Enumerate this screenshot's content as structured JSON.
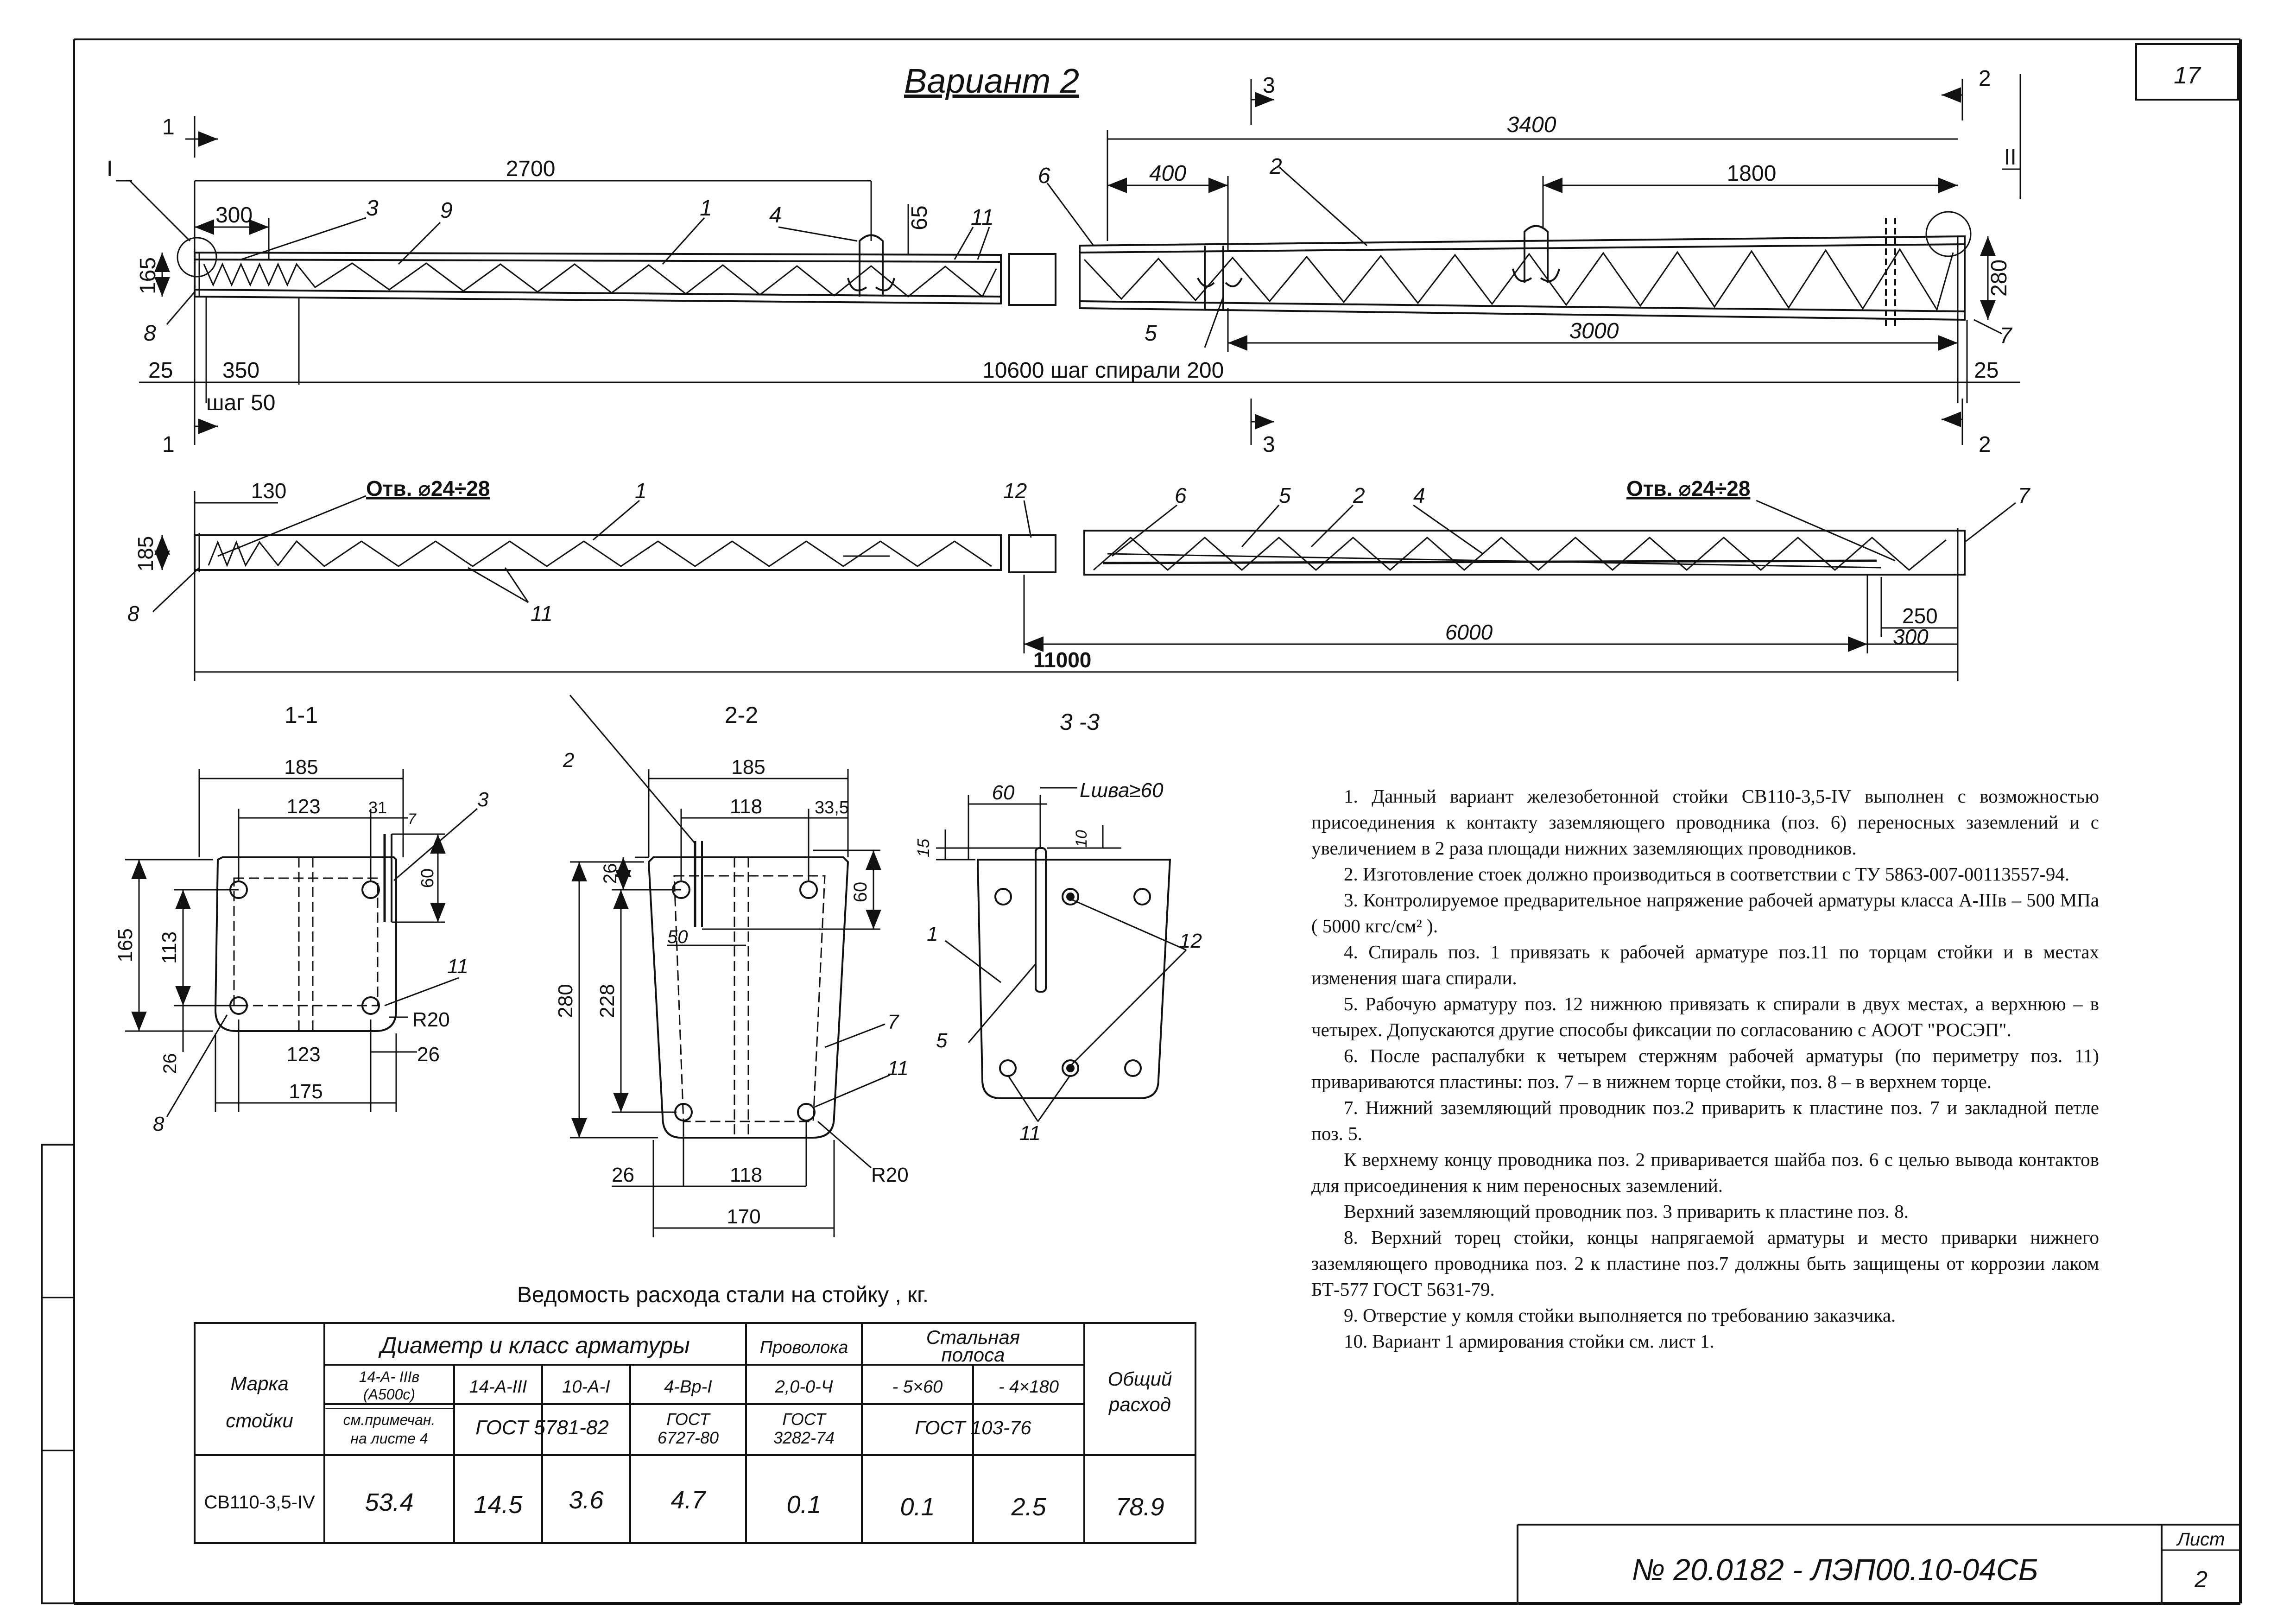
{
  "title": "Вариант 2",
  "sheet_number": "17",
  "drawing_code": "№ 20.0182 - ЛЭП00.10-04СБ",
  "sheet_label": "Лист",
  "sheet_page": "2",
  "top_view": {
    "section_marks": {
      "s1": "1",
      "s2": "2",
      "s3": "3"
    },
    "nodes": {
      "n1": "I",
      "n2": "II"
    },
    "dims": {
      "d2700": "2700",
      "d300": "300",
      "d65": "65",
      "d165": "165",
      "d25a": "25",
      "d350": "350",
      "step50": "шаг 50",
      "total": "10600 шаг спирали 200",
      "d25b": "25",
      "d3400": "3400",
      "d400": "400",
      "d1800": "1800",
      "d3000": "3000",
      "d280": "280"
    },
    "pos": {
      "p3": "3",
      "p9": "9",
      "p1": "1",
      "p4": "4",
      "p11": "11",
      "p8": "8",
      "p6": "6",
      "p2": "2",
      "p5": "5",
      "p7": "7"
    }
  },
  "bottom_view": {
    "dims": {
      "d130": "130",
      "d185": "185",
      "d11000": "11000",
      "d6000": "6000",
      "d250": "250",
      "d300": "300"
    },
    "hole_left": "Отв. ⌀24÷28",
    "hole_right": "Отв. ⌀24÷28",
    "pos": {
      "p1": "1",
      "p8": "8",
      "p11": "11",
      "p12": "12",
      "p6": "6",
      "p5": "5",
      "p2": "2",
      "p4": "4",
      "p7": "7"
    }
  },
  "section_1_1": {
    "label": "1-1",
    "dims": {
      "d185": "185",
      "d123a": "123",
      "d31": "31",
      "d7": "7",
      "d165": "165",
      "d113": "113",
      "d26a": "26",
      "d123b": "123",
      "d26b": "26",
      "d175": "175",
      "d60": "60",
      "r20": "R20"
    },
    "pos": {
      "p3": "3",
      "p11": "11",
      "p8": "8"
    }
  },
  "section_2_2": {
    "label": "2-2",
    "dims": {
      "d185": "185",
      "d118a": "118",
      "d33": "33,5",
      "d26a": "26",
      "d60": "60",
      "d50": "50",
      "d280": "280",
      "d228": "228",
      "d26b": "26",
      "d118b": "118",
      "d170": "170",
      "r20": "R20"
    },
    "pos": {
      "p2": "2",
      "p7": "7",
      "p11": "11"
    }
  },
  "section_3_3": {
    "label": "3 -3",
    "dims": {
      "d60": "60",
      "weld": "Lшва≥60",
      "d15": "15",
      "d10": "10"
    },
    "pos": {
      "p1": "1",
      "p5": "5",
      "p12": "12",
      "p11": "11"
    }
  },
  "steel_table": {
    "caption": "Ведомость расхода стали на стойку , кг.",
    "h_mark_1": "Марка",
    "h_mark_2": "стойки",
    "h_group": "Диаметр и класс арматуры",
    "h_wire": "Проволока",
    "h_strip_1": "Стальная",
    "h_strip_2": "полоса",
    "h_total_1": "Общий",
    "h_total_2": "расход",
    "c1_a": "14-А- IIIв",
    "c1_b": "(А500с)",
    "c1_c": "см.примечан.",
    "c1_d": "на листе 4",
    "c2": "14-А-III",
    "c3": "10-А-I",
    "c23_std": "ГОСТ 5781-82",
    "c4": "4-Вр-I",
    "c4_std_1": "ГОСТ",
    "c4_std_2": "6727-80",
    "c5": "2,0-0-Ч",
    "c5_std_1": "ГОСТ",
    "c5_std_2": "3282-74",
    "c6": "- 5×60",
    "c7": "- 4×180",
    "c67_std": "ГОСТ 103-76",
    "row_mark": "СВ110-3,5-IV",
    "row_values": [
      "53.4",
      "14.5",
      "3.6",
      "4.7",
      "0.1",
      "0.1",
      "2.5",
      "78.9"
    ]
  },
  "notes": [
    "1. Данный вариант железобетонной стойки СВ110-3,5-IV выполнен с возможностью присоединения к контакту заземляющего проводника (поз. 6) переносных заземлений и с увеличением в 2 раза площади нижних заземляющих проводников.",
    "2. Изготовление стоек должно производиться в соответствии с ТУ 5863-007-00113557-94.",
    "3. Контролируемое предварительное напряжение рабочей арматуры класса А-IIIв – 500 МПа    ( 5000 кгс/см² ).",
    "4. Спираль поз. 1 привязать к рабочей арматуре поз.11 по торцам стойки и в местах изменения шага спирали.",
    "5. Рабочую арматуру поз. 12 нижнюю привязать к спирали в двух местах, а верхнюю – в четырех. Допускаются другие способы фиксации по согласованию с АООТ \"РОСЭП\".",
    "6.    После распалубки к четырем стержням рабочей арматуры (по периметру поз. 11) привариваются пластины: поз. 7 – в нижнем торце стойки, поз. 8 – в верхнем торце.",
    "7. Нижний заземляющий проводник поз.2 приварить к пластине поз. 7 и закладной петле поз. 5.",
    "К верхнему концу проводника поз. 2 приваривается шайба поз. 6 с целью вывода контактов для присоединения к ним переносных заземлений.",
    "Верхний заземляющий проводник поз. 3 приварить к пластине поз. 8.",
    "8. Верхний торец стойки, концы напрягаемой арматуры и место приварки нижнего заземляющего проводника поз. 2 к пластине поз.7 должны быть защищены от коррозии лаком БТ-577 ГОСТ 5631-79.",
    "9. Отверстие у комля стойки выполняется по требованию заказчика.",
    "10. Вариант 1 армирования стойки см. лист 1."
  ]
}
